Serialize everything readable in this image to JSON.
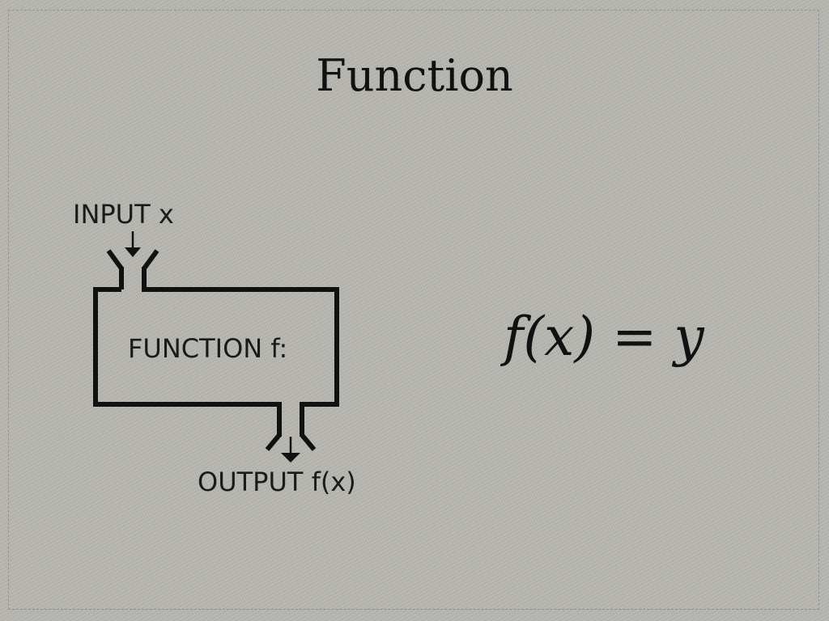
{
  "slide": {
    "title": "Function",
    "equation": "f(x) = y"
  },
  "diagram": {
    "input_label": "INPUT x",
    "function_label": "FUNCTION f:",
    "output_label": "OUTPUT f(x)",
    "stroke_color": "#111111"
  }
}
